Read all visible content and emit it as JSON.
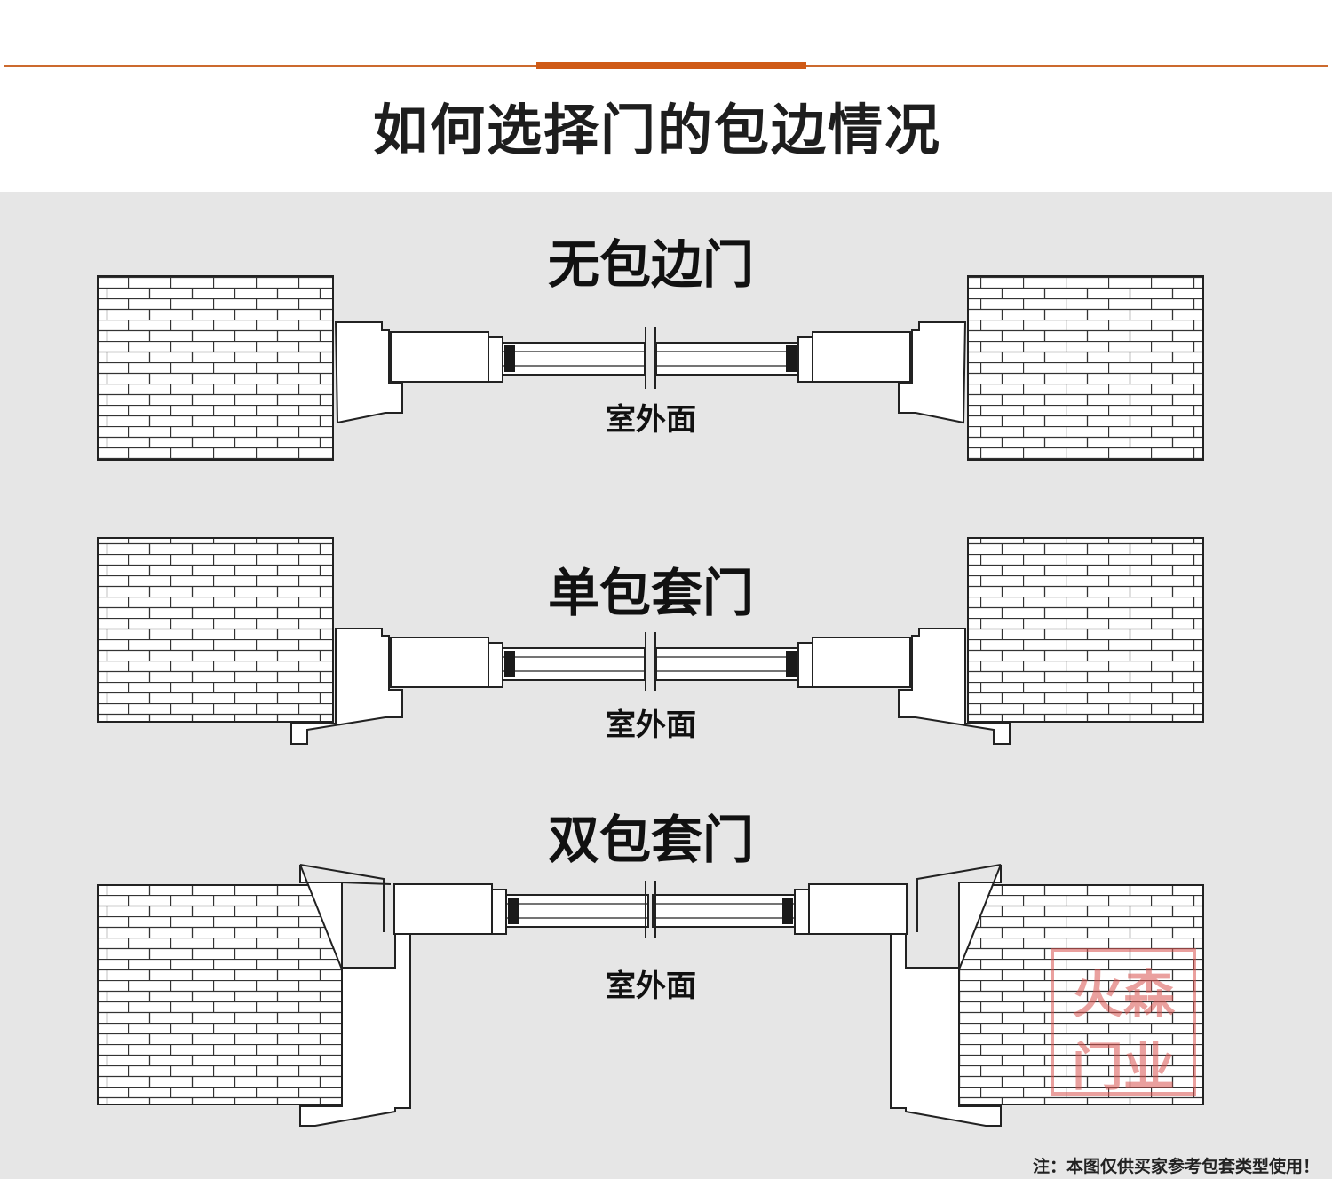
{
  "header": {
    "title": "如何选择门的包边情况"
  },
  "sections": [
    {
      "title": "无包边门",
      "label": "室外面"
    },
    {
      "title": "单包套门",
      "label": "室外面"
    },
    {
      "title": "双包套门",
      "label": "室外面"
    }
  ],
  "watermark": {
    "lines": [
      "火森",
      "门业"
    ],
    "color": "#d9534f"
  },
  "footer": {
    "note": "注：本图仅供买家参考包套类型使用！"
  },
  "colors": {
    "accent": "#cf5a16",
    "background": "#e6e6e6",
    "wall_fill": "#ffffff",
    "line": "#222222"
  }
}
